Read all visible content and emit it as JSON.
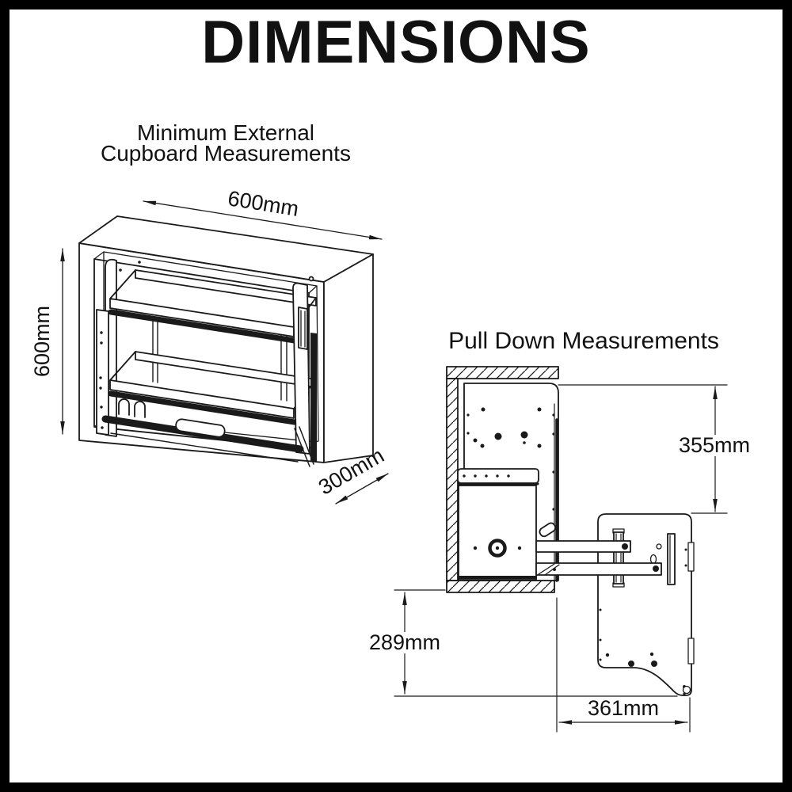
{
  "page": {
    "title": "DIMENSIONS"
  },
  "left_diagram": {
    "subtitle_line1": "Minimum External",
    "subtitle_line2": "Cupboard Measurements",
    "dimensions": {
      "width": "600mm",
      "height": "600mm",
      "depth": "300mm"
    }
  },
  "right_diagram": {
    "title": "Pull Down Measurements",
    "dimensions": {
      "drop_height": "355mm",
      "below_cabinet": "289mm",
      "projection": "361mm"
    }
  },
  "style": {
    "line_color": "#1a1a1a",
    "background": "#ffffff",
    "frame_color": "#000000"
  }
}
